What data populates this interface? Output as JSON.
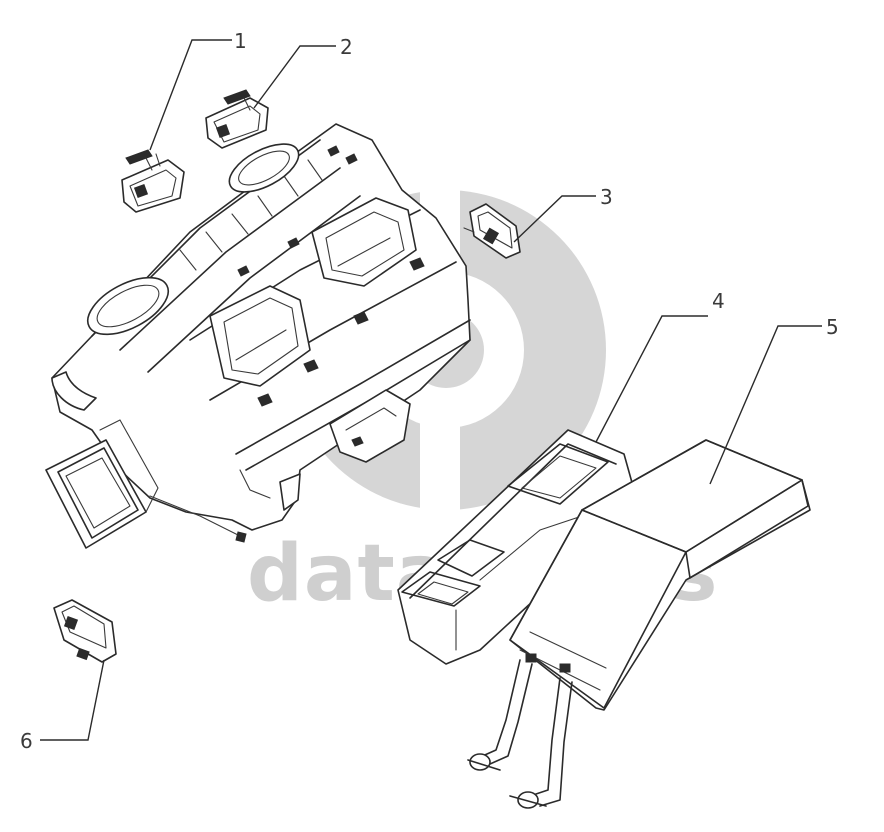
{
  "watermark": {
    "text": "data-parts",
    "color": "#cfcfcf"
  },
  "callouts": [
    {
      "id": "1",
      "label": "1"
    },
    {
      "id": "2",
      "label": "2"
    },
    {
      "id": "3",
      "label": "3"
    },
    {
      "id": "4",
      "label": "4"
    },
    {
      "id": "5",
      "label": "5"
    },
    {
      "id": "6",
      "label": "6"
    }
  ],
  "colors": {
    "line": "#2b2b2b",
    "watermark": "#cfcfcf",
    "background": "#ffffff"
  }
}
